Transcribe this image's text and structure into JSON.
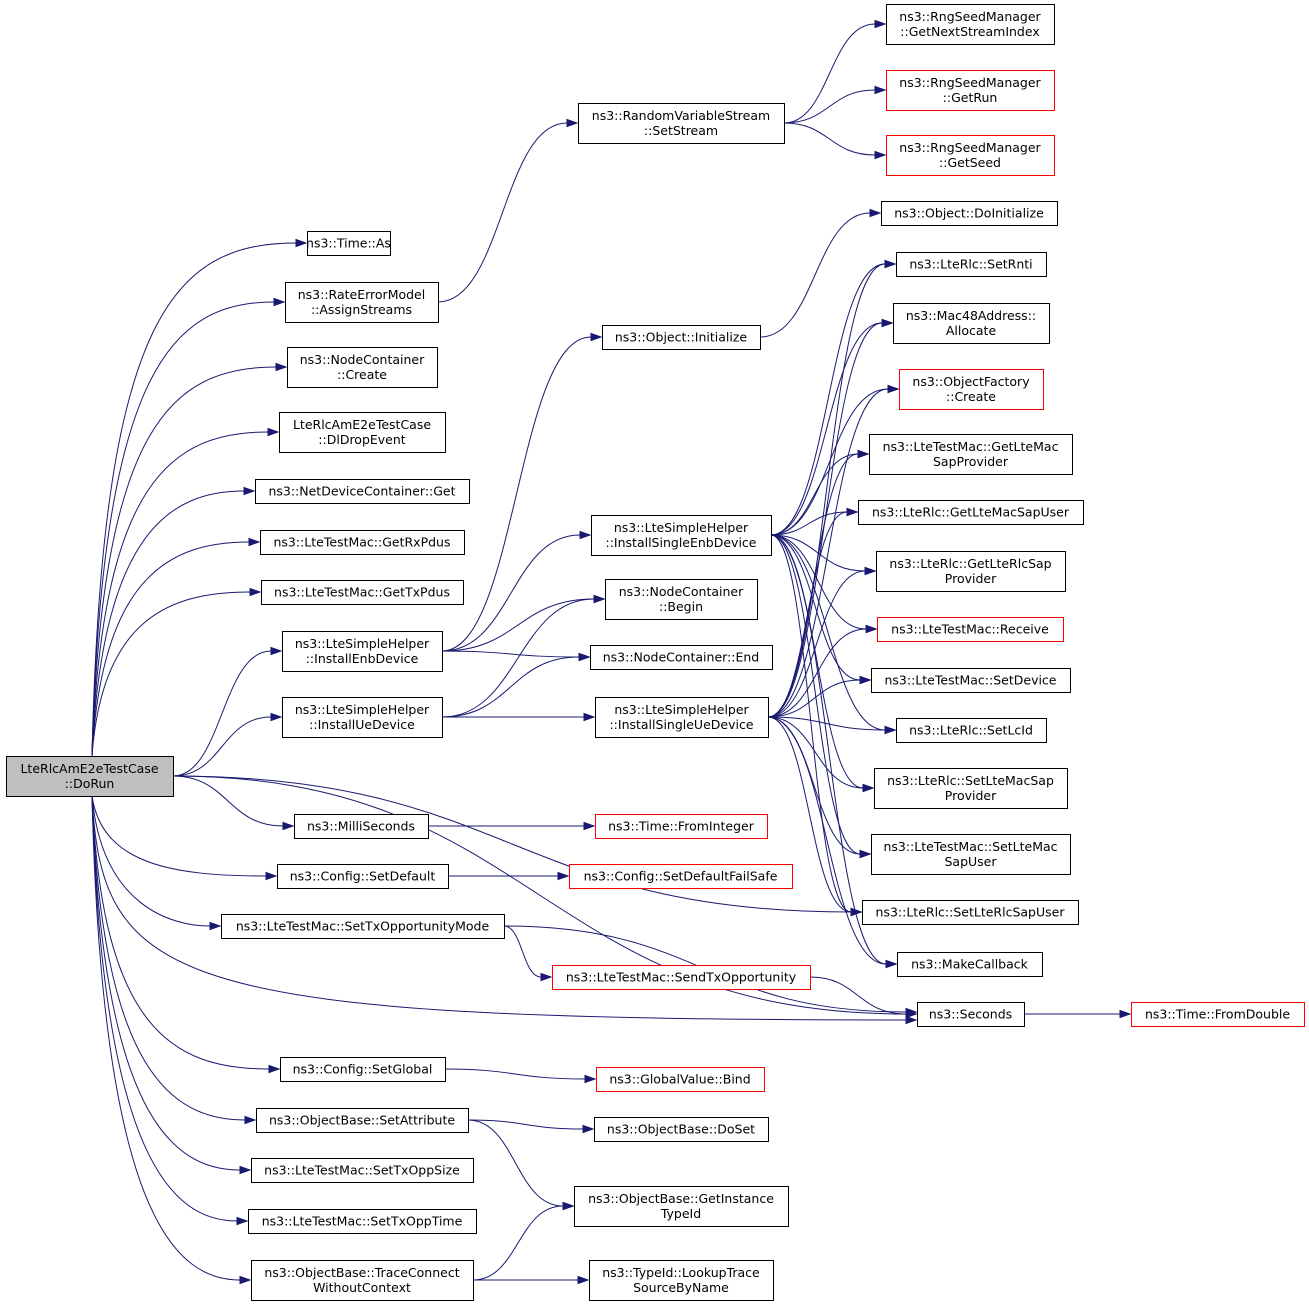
{
  "nodes": [
    {
      "id": "root",
      "lines": [
        "LteRlcAmE2eTestCase",
        "::DoRun"
      ],
      "truncated": false,
      "root": true
    },
    {
      "id": "timeAs",
      "lines": [
        "ns3::Time::As"
      ],
      "truncated": false
    },
    {
      "id": "rateErr",
      "lines": [
        "ns3::RateErrorModel",
        "::AssignStreams"
      ],
      "truncated": false
    },
    {
      "id": "ncCreate",
      "lines": [
        "ns3::NodeContainer",
        "::Create"
      ],
      "truncated": false
    },
    {
      "id": "dlDrop",
      "lines": [
        "LteRlcAmE2eTestCase",
        "::DlDropEvent"
      ],
      "truncated": false
    },
    {
      "id": "ndcGet",
      "lines": [
        "ns3::NetDeviceContainer::Get"
      ],
      "truncated": false
    },
    {
      "id": "getRx",
      "lines": [
        "ns3::LteTestMac::GetRxPdus"
      ],
      "truncated": false
    },
    {
      "id": "getTx",
      "lines": [
        "ns3::LteTestMac::GetTxPdus"
      ],
      "truncated": false
    },
    {
      "id": "instEnb",
      "lines": [
        "ns3::LteSimpleHelper",
        "::InstallEnbDevice"
      ],
      "truncated": false
    },
    {
      "id": "instUe",
      "lines": [
        "ns3::LteSimpleHelper",
        "::InstallUeDevice"
      ],
      "truncated": false
    },
    {
      "id": "milli",
      "lines": [
        "ns3::MilliSeconds"
      ],
      "truncated": false
    },
    {
      "id": "cfgDefault",
      "lines": [
        "ns3::Config::SetDefault"
      ],
      "truncated": false
    },
    {
      "id": "txOppMode",
      "lines": [
        "ns3::LteTestMac::SetTxOpportunityMode"
      ],
      "truncated": false
    },
    {
      "id": "cfgGlobal",
      "lines": [
        "ns3::Config::SetGlobal"
      ],
      "truncated": false
    },
    {
      "id": "setAttr",
      "lines": [
        "ns3::ObjectBase::SetAttribute"
      ],
      "truncated": false
    },
    {
      "id": "txOppSize",
      "lines": [
        "ns3::LteTestMac::SetTxOppSize"
      ],
      "truncated": false
    },
    {
      "id": "txOppTime",
      "lines": [
        "ns3::LteTestMac::SetTxOppTime"
      ],
      "truncated": false
    },
    {
      "id": "traceConn",
      "lines": [
        "ns3::ObjectBase::TraceConnect",
        "WithoutContext"
      ],
      "truncated": false
    },
    {
      "id": "rvsSet",
      "lines": [
        "ns3::RandomVariableStream",
        "::SetStream"
      ],
      "truncated": false
    },
    {
      "id": "objInit",
      "lines": [
        "ns3::Object::Initialize"
      ],
      "truncated": false
    },
    {
      "id": "instSingleEnb",
      "lines": [
        "ns3::LteSimpleHelper",
        "::InstallSingleEnbDevice"
      ],
      "truncated": false
    },
    {
      "id": "ncBegin",
      "lines": [
        "ns3::NodeContainer",
        "::Begin"
      ],
      "truncated": false
    },
    {
      "id": "ncEnd",
      "lines": [
        "ns3::NodeContainer::End"
      ],
      "truncated": false
    },
    {
      "id": "instSingleUe",
      "lines": [
        "ns3::LteSimpleHelper",
        "::InstallSingleUeDevice"
      ],
      "truncated": false
    },
    {
      "id": "fromInt",
      "lines": [
        "ns3::Time::FromInteger"
      ],
      "truncated": true
    },
    {
      "id": "cfgFailSafe",
      "lines": [
        "ns3::Config::SetDefaultFailSafe"
      ],
      "truncated": true
    },
    {
      "id": "sendTxOpp",
      "lines": [
        "ns3::LteTestMac::SendTxOpportunity"
      ],
      "truncated": true
    },
    {
      "id": "gvBind",
      "lines": [
        "ns3::GlobalValue::Bind"
      ],
      "truncated": true
    },
    {
      "id": "obDoSet",
      "lines": [
        "ns3::ObjectBase::DoSet"
      ],
      "truncated": false
    },
    {
      "id": "obGetTid",
      "lines": [
        "ns3::ObjectBase::GetInstance",
        "TypeId"
      ],
      "truncated": false
    },
    {
      "id": "tidLookup",
      "lines": [
        "ns3::TypeId::LookupTrace",
        "SourceByName"
      ],
      "truncated": false
    },
    {
      "id": "rngNext",
      "lines": [
        "ns3::RngSeedManager",
        "::GetNextStreamIndex"
      ],
      "truncated": false
    },
    {
      "id": "rngRun",
      "lines": [
        "ns3::RngSeedManager",
        "::GetRun"
      ],
      "truncated": true
    },
    {
      "id": "rngSeed",
      "lines": [
        "ns3::RngSeedManager",
        "::GetSeed"
      ],
      "truncated": true
    },
    {
      "id": "objDoInit",
      "lines": [
        "ns3::Object::DoInitialize"
      ],
      "truncated": false
    },
    {
      "id": "rlcSetRnti",
      "lines": [
        "ns3::LteRlc::SetRnti"
      ],
      "truncated": false
    },
    {
      "id": "macAlloc",
      "lines": [
        "ns3::Mac48Address::",
        "Allocate"
      ],
      "truncated": false
    },
    {
      "id": "ofCreate",
      "lines": [
        "ns3::ObjectFactory",
        "::Create"
      ],
      "truncated": true
    },
    {
      "id": "getMacSapProv",
      "lines": [
        "ns3::LteTestMac::GetLteMac",
        "SapProvider"
      ],
      "truncated": false
    },
    {
      "id": "getMacSapUser",
      "lines": [
        "ns3::LteRlc::GetLteMacSapUser"
      ],
      "truncated": false
    },
    {
      "id": "getRlcSapProv",
      "lines": [
        "ns3::LteRlc::GetLteRlcSap",
        "Provider"
      ],
      "truncated": false
    },
    {
      "id": "macReceive",
      "lines": [
        "ns3::LteTestMac::Receive"
      ],
      "truncated": true
    },
    {
      "id": "macSetDevice",
      "lines": [
        "ns3::LteTestMac::SetDevice"
      ],
      "truncated": false
    },
    {
      "id": "rlcSetLcid",
      "lines": [
        "ns3::LteRlc::SetLcId"
      ],
      "truncated": false
    },
    {
      "id": "rlcSetMacSapProv",
      "lines": [
        "ns3::LteRlc::SetLteMacSap",
        "Provider"
      ],
      "truncated": false
    },
    {
      "id": "macSetMacSapUser",
      "lines": [
        "ns3::LteTestMac::SetLteMac",
        "SapUser"
      ],
      "truncated": false
    },
    {
      "id": "rlcSetRlcSapUser",
      "lines": [
        "ns3::LteRlc::SetLteRlcSapUser"
      ],
      "truncated": false
    },
    {
      "id": "makeCb",
      "lines": [
        "ns3::MakeCallback"
      ],
      "truncated": false
    },
    {
      "id": "seconds",
      "lines": [
        "ns3::Seconds"
      ],
      "truncated": false
    },
    {
      "id": "fromDouble",
      "lines": [
        "ns3::Time::FromDouble"
      ],
      "truncated": true
    }
  ],
  "edges": [
    [
      "root",
      "timeAs"
    ],
    [
      "root",
      "rateErr"
    ],
    [
      "root",
      "ncCreate"
    ],
    [
      "root",
      "dlDrop"
    ],
    [
      "root",
      "ndcGet"
    ],
    [
      "root",
      "getRx"
    ],
    [
      "root",
      "getTx"
    ],
    [
      "root",
      "instEnb"
    ],
    [
      "root",
      "instUe"
    ],
    [
      "root",
      "milli"
    ],
    [
      "root",
      "cfgDefault"
    ],
    [
      "root",
      "txOppMode"
    ],
    [
      "root",
      "cfgGlobal"
    ],
    [
      "root",
      "setAttr"
    ],
    [
      "root",
      "txOppSize"
    ],
    [
      "root",
      "txOppTime"
    ],
    [
      "root",
      "traceConn"
    ],
    [
      "root",
      "seconds"
    ],
    [
      "root",
      "seconds"
    ],
    [
      "root",
      "rlcSetRlcSapUser"
    ],
    [
      "rateErr",
      "rvsSet"
    ],
    [
      "rvsSet",
      "rngNext"
    ],
    [
      "rvsSet",
      "rngRun"
    ],
    [
      "rvsSet",
      "rngSeed"
    ],
    [
      "instEnb",
      "objInit"
    ],
    [
      "instEnb",
      "instSingleEnb"
    ],
    [
      "instEnb",
      "ncBegin"
    ],
    [
      "instEnb",
      "ncEnd"
    ],
    [
      "instUe",
      "ncBegin"
    ],
    [
      "instUe",
      "ncEnd"
    ],
    [
      "instUe",
      "instSingleUe"
    ],
    [
      "objInit",
      "objDoInit"
    ],
    [
      "instSingleEnb",
      "rlcSetRnti"
    ],
    [
      "instSingleEnb",
      "macAlloc"
    ],
    [
      "instSingleEnb",
      "ofCreate"
    ],
    [
      "instSingleEnb",
      "getMacSapProv"
    ],
    [
      "instSingleEnb",
      "getMacSapUser"
    ],
    [
      "instSingleEnb",
      "getRlcSapProv"
    ],
    [
      "instSingleEnb",
      "macReceive"
    ],
    [
      "instSingleEnb",
      "macSetDevice"
    ],
    [
      "instSingleEnb",
      "rlcSetLcid"
    ],
    [
      "instSingleEnb",
      "rlcSetMacSapProv"
    ],
    [
      "instSingleEnb",
      "macSetMacSapUser"
    ],
    [
      "instSingleEnb",
      "rlcSetRlcSapUser"
    ],
    [
      "instSingleEnb",
      "makeCb"
    ],
    [
      "instSingleUe",
      "rlcSetRnti"
    ],
    [
      "instSingleUe",
      "macAlloc"
    ],
    [
      "instSingleUe",
      "ofCreate"
    ],
    [
      "instSingleUe",
      "getMacSapProv"
    ],
    [
      "instSingleUe",
      "getMacSapUser"
    ],
    [
      "instSingleUe",
      "getRlcSapProv"
    ],
    [
      "instSingleUe",
      "macReceive"
    ],
    [
      "instSingleUe",
      "macSetDevice"
    ],
    [
      "instSingleUe",
      "rlcSetLcid"
    ],
    [
      "instSingleUe",
      "rlcSetMacSapProv"
    ],
    [
      "instSingleUe",
      "macSetMacSapUser"
    ],
    [
      "instSingleUe",
      "rlcSetRlcSapUser"
    ],
    [
      "instSingleUe",
      "makeCb"
    ],
    [
      "milli",
      "fromInt"
    ],
    [
      "cfgDefault",
      "cfgFailSafe"
    ],
    [
      "txOppMode",
      "sendTxOpp"
    ],
    [
      "txOppMode",
      "seconds"
    ],
    [
      "sendTxOpp",
      "seconds"
    ],
    [
      "seconds",
      "fromDouble"
    ],
    [
      "cfgGlobal",
      "gvBind"
    ],
    [
      "setAttr",
      "obDoSet"
    ],
    [
      "setAttr",
      "obGetTid"
    ],
    [
      "traceConn",
      "obGetTid"
    ],
    [
      "traceConn",
      "tidLookup"
    ]
  ]
}
